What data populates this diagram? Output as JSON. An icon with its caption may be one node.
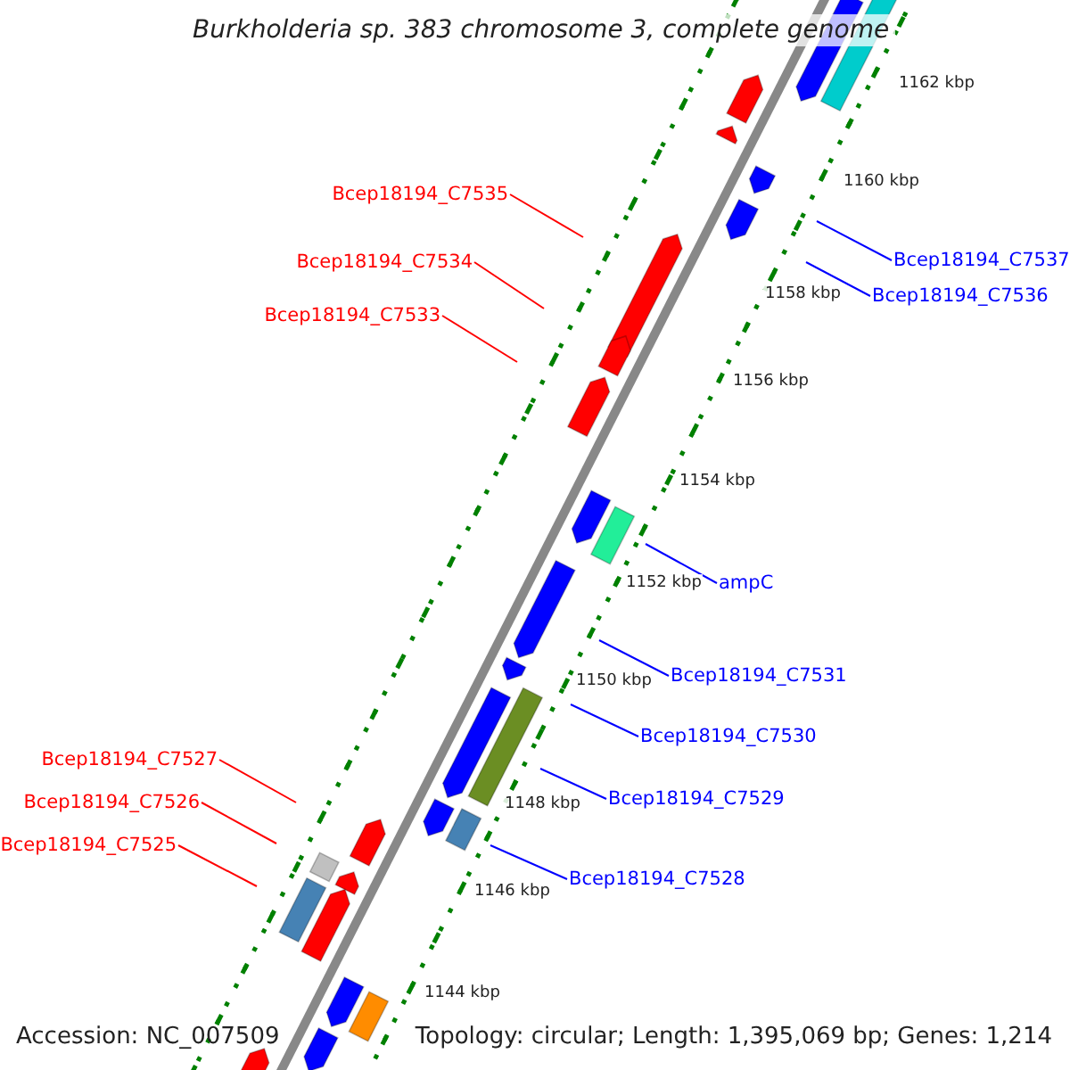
{
  "diagram": {
    "title": "Burkholderia sp. 383 chromosome 3, complete genome",
    "nodes": [
      {
        "text": [
          "Bcep18194_C7535"
        ]
      },
      {
        "text": [
          "Bcep18194_C7537"
        ]
      },
      {
        "text": [
          "Bcep18194_C7534"
        ]
      },
      {
        "text": [
          "Bcep18194_C7536"
        ]
      },
      {
        "text": [
          "Bcep18194_C7533"
        ]
      },
      {
        "text": [
          "ampC"
        ]
      },
      {
        "text": [
          "Bcep18194_C7531"
        ]
      },
      {
        "text": [
          "Bcep18194_C7530"
        ]
      },
      {
        "text": [
          "Bcep18194_C7529"
        ]
      },
      {
        "text": [
          "Bcep18194_C7527"
        ]
      },
      {
        "text": [
          "Bcep18194_C7526"
        ]
      },
      {
        "text": [
          "Bcep18194_C7528"
        ]
      },
      {
        "text": [
          "Bcep18194_C7525"
        ]
      }
    ],
    "edges": [
      {
        "from": 0,
        "to": null,
        "arrow": "none",
        "color": "#ff0000"
      },
      {
        "from": 1,
        "to": null,
        "arrow": "none"
      },
      {
        "from": 2,
        "to": null,
        "arrow": "none",
        "color": "#ff0000"
      },
      {
        "from": 3,
        "to": null,
        "arrow": "none"
      },
      {
        "from": 4,
        "to": null,
        "arrow": "none",
        "color": "#ff0000"
      },
      {
        "from": 5,
        "to": null,
        "arrow": "none"
      },
      {
        "from": 6,
        "to": null,
        "arrow": "none"
      },
      {
        "from": 7,
        "to": null,
        "arrow": "none"
      },
      {
        "from": 8,
        "to": null,
        "arrow": "none"
      },
      {
        "from": 9,
        "to": null,
        "arrow": "none",
        "color": "#ff0000"
      },
      {
        "from": 10,
        "to": null,
        "arrow": "none",
        "color": "#ff0000"
      },
      {
        "from": 11,
        "to": null,
        "arrow": "none"
      },
      {
        "from": 12,
        "to": null,
        "arrow": "none",
        "color": "#ff0000"
      }
    ],
    "labels": [
      "1162 kbp",
      "1160 kbp",
      "1158 kbp",
      "1156 kbp",
      "1154 kbp",
      "1152 kbp",
      "1150 kbp",
      "1148 kbp",
      "1146 kbp",
      "1144 kbp",
      "Accession: NC_007509",
      "Topology: circular; Length: 1,395,069 bp; Genes: 1,214"
    ]
  }
}
